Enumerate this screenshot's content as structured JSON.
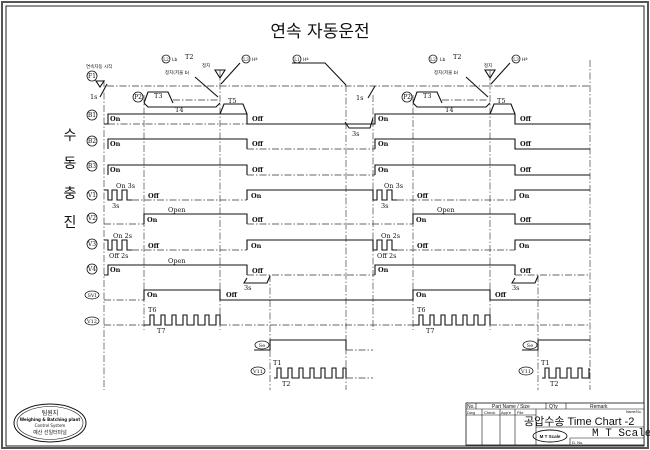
{
  "title": "연속 자동운전",
  "side_label": [
    "수",
    "동",
    "충",
    "진"
  ],
  "signals": [
    "F1",
    "P2",
    "B1",
    "B2",
    "B3",
    "V1",
    "V2",
    "V3",
    "V4",
    "SVI",
    "V12",
    "Se",
    "V11"
  ],
  "annotations": {
    "start": "연속자동 시작",
    "one_s": "1s",
    "three_s": "3s",
    "stop": "정지",
    "stop_note": "정지(저울 b)",
    "l2": "L2",
    "lb": "Lb",
    "l3": "L3",
    "l1": "L1",
    "ha": "Hª",
    "t1": "T1",
    "t2": "T2",
    "t3": "T3",
    "t4": "T4",
    "t5": "T5",
    "t6": "T6",
    "t7": "T7",
    "on": "On",
    "off": "Off",
    "open": "Open",
    "on3s": "On 3s",
    "on2s": "On 2s",
    "off2s": "Off 2s"
  },
  "logo": {
    "line1": "팀원지",
    "line2": "Weighing & Batching plant",
    "line3": "Control System",
    "line4": "예산 선일터미널"
  },
  "title_block": {
    "no": "No.",
    "part": "Part Name / Size",
    "qty": "Q'ty",
    "remark": "Remark",
    "dwg": "Dwg",
    "check": "Check",
    "appe": "App'e",
    "file": "File",
    "name_no": "Name/No.",
    "drawing_title": "공압수송 Time Chart -2",
    "company": "M T Scale",
    "stamp": "M T Scale",
    "d_no": "D. No."
  }
}
